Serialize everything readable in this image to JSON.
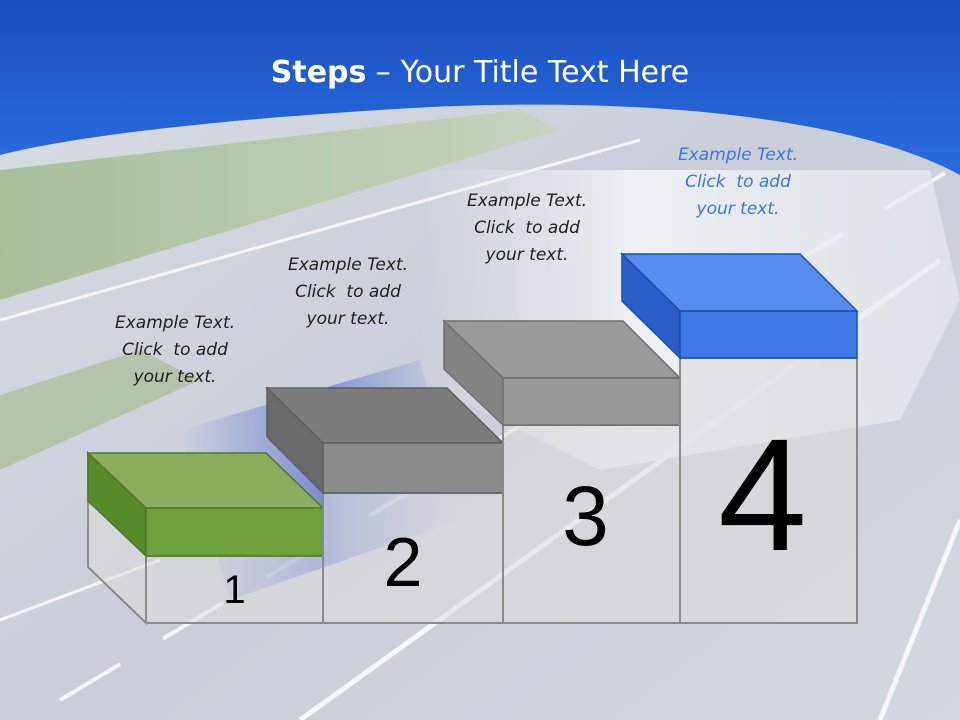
{
  "slide": {
    "title_bold": "Steps",
    "title_rest": " – Your Title Text Here",
    "steps": [
      {
        "number": "1",
        "caption_lines": [
          "Example Text.",
          "Click  to add",
          "your text."
        ],
        "color": "#6ea03c"
      },
      {
        "number": "2",
        "caption_lines": [
          "Example Text.",
          "Click  to add",
          "your text."
        ],
        "color": "#8c8c8c"
      },
      {
        "number": "3",
        "caption_lines": [
          "Example Text.",
          "Click  to add",
          "your text."
        ],
        "color": "#969696"
      },
      {
        "number": "4",
        "caption_lines": [
          "Example Text.",
          "Click  to add",
          "your text."
        ],
        "color": "#3c78e6"
      }
    ],
    "colors": {
      "header_blue": "#1f5fd0",
      "highlight_caption": "#3c78d8"
    }
  }
}
